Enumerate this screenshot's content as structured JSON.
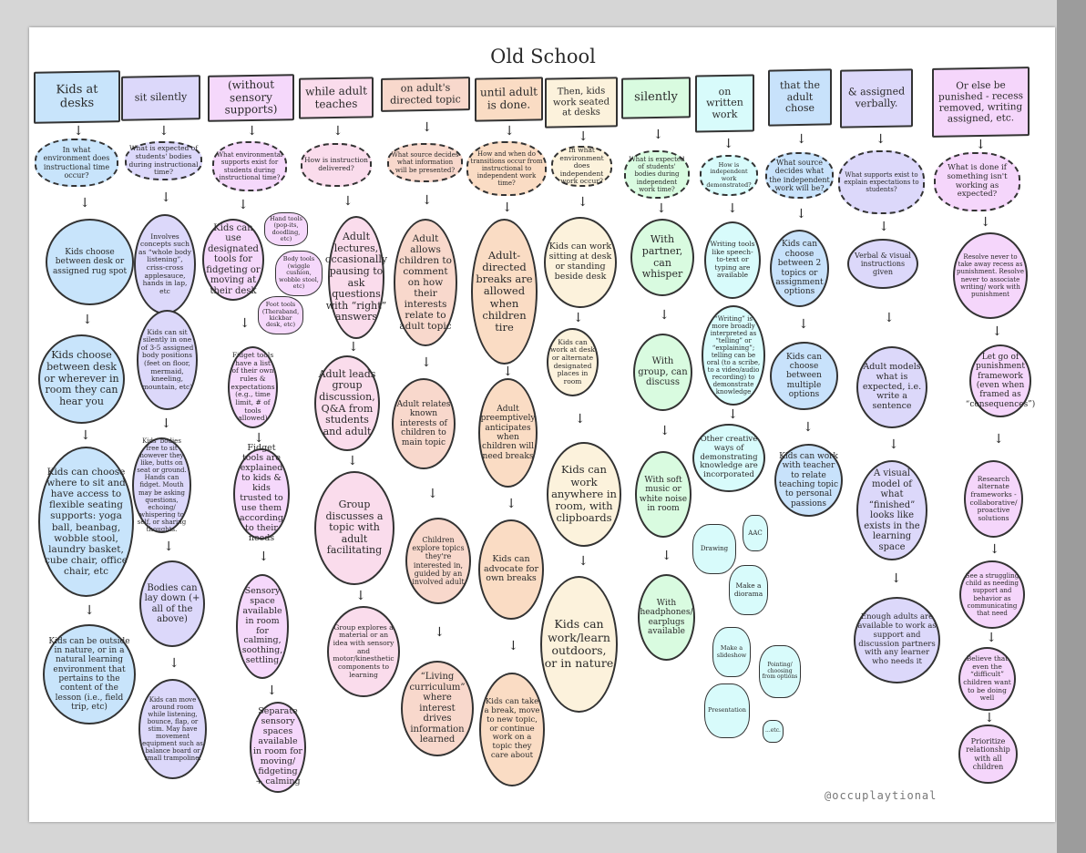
{
  "title": "Old School",
  "watermark": "@occuplaytional",
  "columns": [
    {
      "color": "#c8e4fb",
      "header": "Kids at desks",
      "question": "In what environment does instructional time occur?",
      "nodes": [
        "Kids choose between desk or assigned rug spot",
        "Kids choose between desk or wherever in room they can hear you",
        "Kids can choose where to sit and have access to flexible seating supports: yoga ball, beanbag, wobble stool, laundry basket, cube chair, office chair, etc",
        "Kids can be outside in nature, or in a natural learning environment that pertains to the content of the lesson (i.e., field trip, etc)"
      ]
    },
    {
      "color": "#dcd8fa",
      "header": "sit silently",
      "question": "What is expected of students' bodies during instructional time?",
      "nodes": [
        "Involves concepts such as “whole body listening”, criss-cross applesauce, hands in lap, etc",
        "Kids can sit silently in one of 3-5 assigned body positions (feet on floor, mermaid, kneeling, mountain, etc)",
        "Kids' bodies free to sit however they like, butts on seat or ground. Hands can fidget. Mouth may be asking questions, echoing/ whispering to self, or sharing thoughts.",
        "Bodies can lay down (+ all of the above)",
        "Kids can move around room while listening, bounce, flap, or stim. May have movement equipment such as balance board or small trampoline."
      ]
    },
    {
      "color": "#f5d8fb",
      "header": "(without sensory supports)",
      "question": "What environmental supports exist for students during instructional time?",
      "nodes": [
        "Kids can use designated tools for fidgeting or moving at their desk",
        "Fidget tools have a list of their own rules & expectations (e.g., time limit, # of tools allowed)",
        "Fidget tools are explained to kids & kids trusted to use them according to their needs",
        "Sensory space available in room for calming, soothing, settling",
        "Separate sensory spaces available in room for moving/ fidgeting + calming"
      ],
      "satellites": [
        "Hand tools (pop-its, doodling, etc)",
        "Body tools (wiggle cushion, wobble stool, etc)",
        "Foot tools (Theraband, kickbar desk, etc)"
      ]
    },
    {
      "color": "#fadcec",
      "header": "while adult teaches",
      "question": "How is instruction delivered?",
      "nodes": [
        "Adult lectures, occasionally pausing to ask questions with “right” answers",
        "Adult leads group discussion, Q&A from students and adult",
        "Group discusses a topic with adult facilitating",
        "Group explores a material or an idea with sensory and motor/kinesthetic components to learning"
      ]
    },
    {
      "color": "#f8d8cc",
      "header": "on adult's directed topic",
      "question": "What source decides what information will be presented?",
      "nodes": [
        "Adult allows children to comment on how their interests relate to adult topic",
        "Adult relates known interests of children to main topic",
        "Children explore topics they're interested in, guided by an involved adult",
        "“Living curriculum” where interest drives information learned"
      ]
    },
    {
      "color": "#fadcc4",
      "header": "until adult is done.",
      "question": "How and when do transitions occur from instructional to independent work time?",
      "nodes": [
        "Adult-directed breaks are allowed when children tire",
        "Adult preemptively anticipates when children will need breaks",
        "Kids can advocate for own breaks",
        "Kids can take a break, move to new topic, or continue work on a topic they care about"
      ]
    },
    {
      "color": "#fcf2dc",
      "header": "Then, kids work seated at desks",
      "question": "In what environment does independent work occur?",
      "nodes": [
        "Kids can work sitting at desk or standing beside desk",
        "Kids can work at desk or alternate designated places in room",
        "Kids can work anywhere in room, with clipboards",
        "Kids can work/learn outdoors, or in nature"
      ]
    },
    {
      "color": "#d9fbe0",
      "header": "silently",
      "question": "What is expected of students' bodies during independent work time?",
      "nodes": [
        "With partner, can whisper",
        "With group, can discuss",
        "With soft music or white noise in room",
        "With headphones/ earplugs available"
      ]
    },
    {
      "color": "#d8fbfb",
      "header": "on written work",
      "question": "How is independent work demonstrated?",
      "nodes": [
        "Writing tools like speech-to-text or typing are available",
        "“Writing” is more broadly interpreted as “telling” or “explaining”; telling can be oral (to a scribe, to a video/audio recording) to demonstrate knowledge",
        "Other creative ways of demonstrating knowledge are incorporated"
      ],
      "satellites": [
        "Drawing",
        "AAC",
        "Make a diorama",
        "Make a slideshow",
        "Pointing/ choosing from options",
        "Presentation",
        "...etc."
      ]
    },
    {
      "color": "#c8e2fb",
      "header": "that the adult chose",
      "question": "What source decides what the independent work will be?",
      "nodes": [
        "Kids can choose between 2 topics or assignment options",
        "Kids can choose between multiple options",
        "Kids can work with teacher to relate teaching topic to personal passions"
      ]
    },
    {
      "color": "#dcd8fa",
      "header": "& assigned verbally.",
      "question": "What supports exist to explain expectations to students?",
      "nodes": [
        "Verbal & visual instructions given",
        "Adult models what is expected, i.e. write a sentence",
        "A visual model of what “finished” looks like exists in the learning space",
        "Enough adults are available to work as support and discussion partners with any learner who needs it"
      ]
    },
    {
      "color": "#f5d6fb",
      "header": "Or else be punished - recess removed, writing assigned, etc.",
      "question": "What is done if something isn't working as expected?",
      "nodes": [
        "Resolve never to take away recess as punishment. Resolve never to associate writing/ work with punishment",
        "Let go of punishment framework (even when framed as “consequences”)",
        "Research alternate frameworks - collaborative/ proactive solutions",
        "See a struggling child as needing support and behavior as communicating that need",
        "Believe that even the “difficult” children want to be doing well",
        "Prioritize relationship with all children"
      ]
    }
  ]
}
